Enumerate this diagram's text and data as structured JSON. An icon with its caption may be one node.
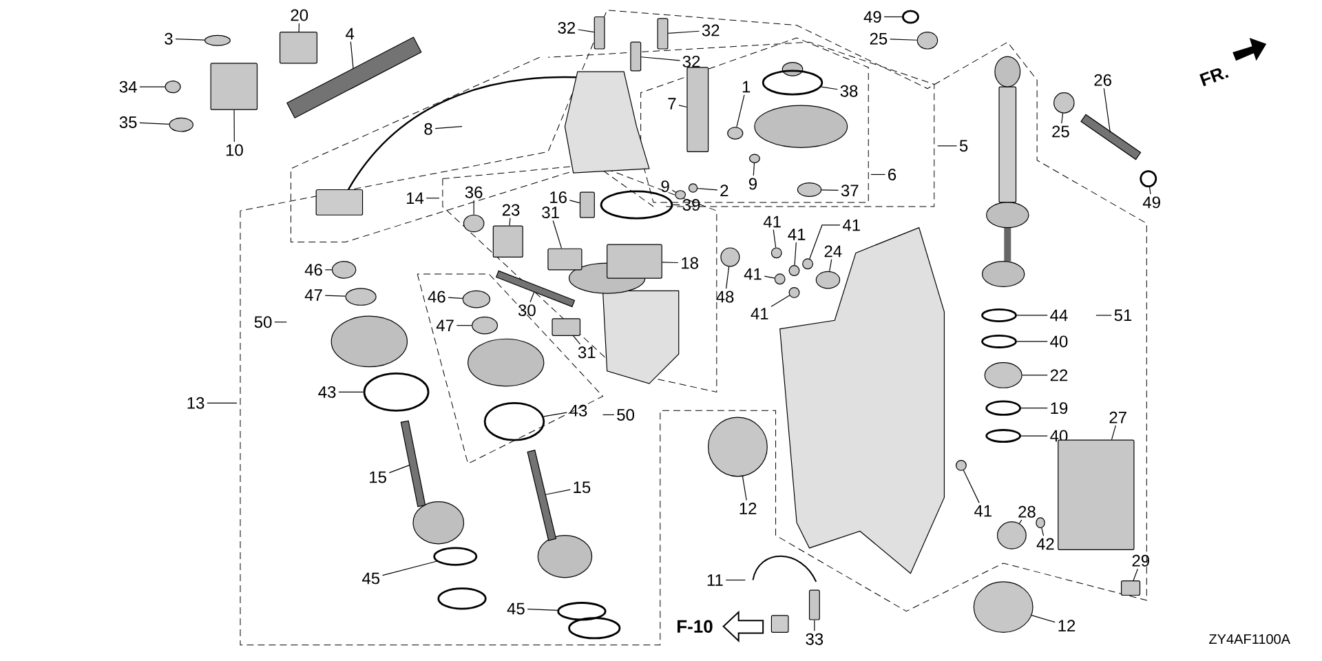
{
  "diagram": {
    "nodes": [
      {
        "text": [
          "3"
        ]
      },
      {
        "text": [
          "20"
        ]
      },
      {
        "text": [
          "4"
        ]
      },
      {
        "text": [
          "34"
        ]
      },
      {
        "text": [
          "35"
        ]
      },
      {
        "text": [
          "10"
        ]
      },
      {
        "text": [
          "8"
        ]
      },
      {
        "text": [
          "32"
        ]
      },
      {
        "text": [
          "32"
        ]
      },
      {
        "text": [
          "32"
        ]
      },
      {
        "text": [
          "7"
        ]
      },
      {
        "text": [
          "1"
        ]
      },
      {
        "text": [
          "38"
        ]
      },
      {
        "text": [
          "5"
        ]
      },
      {
        "text": [
          "6"
        ]
      },
      {
        "text": [
          "9"
        ]
      },
      {
        "text": [
          "2"
        ]
      },
      {
        "text": [
          "9"
        ]
      },
      {
        "text": [
          "37"
        ]
      },
      {
        "text": [
          "49"
        ]
      },
      {
        "text": [
          "25"
        ]
      },
      {
        "text": [
          "26"
        ]
      },
      {
        "text": [
          "25"
        ]
      },
      {
        "text": [
          "49"
        ]
      },
      {
        "text": [
          "16"
        ]
      },
      {
        "text": [
          "14"
        ]
      },
      {
        "text": [
          "36"
        ]
      },
      {
        "text": [
          "23"
        ]
      },
      {
        "text": [
          "31"
        ]
      },
      {
        "text": [
          "39"
        ]
      },
      {
        "text": [
          "18"
        ]
      },
      {
        "text": [
          "48"
        ]
      },
      {
        "text": [
          "41"
        ]
      },
      {
        "text": [
          "41"
        ]
      },
      {
        "text": [
          "41"
        ]
      },
      {
        "text": [
          "41"
        ]
      },
      {
        "text": [
          "41"
        ]
      },
      {
        "text": [
          "24"
        ]
      },
      {
        "text": [
          "30"
        ]
      },
      {
        "text": [
          "31"
        ]
      },
      {
        "text": [
          "46"
        ]
      },
      {
        "text": [
          "47"
        ]
      },
      {
        "text": [
          "50"
        ]
      },
      {
        "text": [
          "43"
        ]
      },
      {
        "text": [
          "13"
        ]
      },
      {
        "text": [
          "46"
        ]
      },
      {
        "text": [
          "47"
        ]
      },
      {
        "text": [
          "43"
        ]
      },
      {
        "text": [
          "50"
        ]
      },
      {
        "text": [
          "44"
        ]
      },
      {
        "text": [
          "40"
        ]
      },
      {
        "text": [
          "51"
        ]
      },
      {
        "text": [
          "22"
        ]
      },
      {
        "text": [
          "19"
        ]
      },
      {
        "text": [
          "40"
        ]
      },
      {
        "text": [
          "27"
        ]
      },
      {
        "text": [
          "15"
        ]
      },
      {
        "text": [
          "15"
        ]
      },
      {
        "text": [
          "12"
        ]
      },
      {
        "text": [
          "41"
        ]
      },
      {
        "text": [
          "28"
        ]
      },
      {
        "text": [
          "42"
        ]
      },
      {
        "text": [
          "29"
        ]
      },
      {
        "text": [
          "45"
        ]
      },
      {
        "text": [
          "11"
        ]
      },
      {
        "text": [
          "45"
        ]
      },
      {
        "text": [
          "12"
        ]
      },
      {
        "text": [
          "33"
        ]
      },
      {
        "text": [],
        "shape": "circle"
      },
      {
        "text": [],
        "shape": "box"
      },
      {
        "text": [],
        "shape": "bar"
      },
      {
        "text": [],
        "shape": "circle"
      },
      {
        "text": [],
        "shape": "circle"
      },
      {
        "text": [],
        "shape": "box"
      },
      {
        "text": [],
        "shape": "box"
      },
      {
        "text": [],
        "shape": "box"
      },
      {
        "text": [],
        "shape": "box"
      },
      {
        "text": [],
        "shape": "box"
      },
      {
        "text": [],
        "shape": "circle"
      },
      {
        "text": [],
        "shape": "circle"
      },
      {
        "text": [],
        "shape": "circle"
      },
      {
        "text": [],
        "shape": "circle"
      },
      {
        "text": [],
        "shape": "circle"
      },
      {
        "text": [],
        "shape": "circle"
      },
      {
        "text": [],
        "shape": "circle"
      },
      {
        "text": [],
        "shape": "circle"
      },
      {
        "text": [],
        "shape": "bar"
      },
      {
        "text": [],
        "shape": "circle"
      },
      {
        "text": [],
        "shape": "circle"
      },
      {
        "text": [],
        "shape": "box"
      },
      {
        "text": [],
        "shape": "circle"
      },
      {
        "text": [],
        "shape": "box"
      },
      {
        "text": [],
        "shape": "box"
      },
      {
        "text": [],
        "shape": "circle"
      },
      {
        "text": [],
        "shape": "box"
      },
      {
        "text": [],
        "shape": "circle"
      },
      {
        "text": [],
        "shape": "circle"
      },
      {
        "text": [],
        "shape": "circle"
      },
      {
        "text": [],
        "shape": "circle"
      },
      {
        "text": [],
        "shape": "circle"
      },
      {
        "text": [],
        "shape": "circle"
      },
      {
        "text": [],
        "shape": "circle"
      },
      {
        "text": [],
        "shape": "bar"
      },
      {
        "text": [],
        "shape": "box"
      },
      {
        "text": [],
        "shape": "circle"
      },
      {
        "text": [],
        "shape": "circle"
      },
      {
        "text": [],
        "shape": "circle"
      },
      {
        "text": [],
        "shape": "circle"
      },
      {
        "text": [],
        "shape": "circle"
      },
      {
        "text": [],
        "shape": "circle"
      },
      {
        "text": [],
        "shape": "circle"
      },
      {
        "text": [],
        "shape": "circle"
      },
      {
        "text": [],
        "shape": "circle"
      },
      {
        "text": [],
        "shape": "circle"
      },
      {
        "text": [],
        "shape": "circle"
      },
      {
        "text": [],
        "shape": "box"
      },
      {
        "text": [],
        "shape": "bar"
      },
      {
        "text": [],
        "shape": "bar"
      },
      {
        "text": [],
        "shape": "circle"
      },
      {
        "text": [],
        "shape": "circle"
      },
      {
        "text": [],
        "shape": "circle"
      },
      {
        "text": [],
        "shape": "circle"
      },
      {
        "text": [],
        "shape": "box"
      },
      {
        "text": [],
        "shape": "circle"
      },
      {
        "text": [],
        "shape": "circle"
      },
      {
        "text": [],
        "shape": "circle"
      },
      {
        "text": [],
        "shape": "box"
      }
    ],
    "edges": [
      {
        "from": 0,
        "to": 68,
        "arrow": "none"
      },
      {
        "from": 1,
        "to": 69,
        "arrow": "none"
      },
      {
        "from": 2,
        "to": 70,
        "arrow": "none"
      },
      {
        "from": 3,
        "to": 71,
        "arrow": "none"
      },
      {
        "from": 4,
        "to": 72,
        "arrow": "none"
      },
      {
        "from": 5,
        "to": 73,
        "arrow": "none"
      },
      {
        "from": 6,
        "to": null,
        "arrow": "none"
      },
      {
        "from": 7,
        "to": 74,
        "arrow": "none"
      },
      {
        "from": 8,
        "to": 75,
        "arrow": "none"
      },
      {
        "from": 9,
        "to": 76,
        "arrow": "none"
      },
      {
        "from": 10,
        "to": 77,
        "arrow": "none"
      },
      {
        "from": 11,
        "to": 78,
        "arrow": "none"
      },
      {
        "from": 12,
        "to": 79,
        "arrow": "none"
      },
      {
        "from": 13,
        "to": null,
        "arrow": "none"
      },
      {
        "from": 14,
        "to": null,
        "arrow": "none"
      },
      {
        "from": 15,
        "to": 80,
        "arrow": "none"
      },
      {
        "from": 16,
        "to": 81,
        "arrow": "none"
      },
      {
        "from": 17,
        "to": 82,
        "arrow": "none"
      },
      {
        "from": 18,
        "to": 83,
        "arrow": "none"
      },
      {
        "from": 19,
        "to": 84,
        "arrow": "none"
      },
      {
        "from": 20,
        "to": 85,
        "arrow": "none"
      },
      {
        "from": 21,
        "to": 86,
        "arrow": "none"
      },
      {
        "from": 22,
        "to": 87,
        "arrow": "none"
      },
      {
        "from": 23,
        "to": 88,
        "arrow": "none"
      },
      {
        "from": 24,
        "to": 89,
        "arrow": "none"
      },
      {
        "from": 25,
        "to": null,
        "arrow": "none"
      },
      {
        "from": 26,
        "to": 90,
        "arrow": "none"
      },
      {
        "from": 27,
        "to": 91,
        "arrow": "none"
      },
      {
        "from": 28,
        "to": 92,
        "arrow": "none"
      },
      {
        "from": 29,
        "to": 93,
        "arrow": "none"
      },
      {
        "from": 30,
        "to": 94,
        "arrow": "none"
      },
      {
        "from": 31,
        "to": 95,
        "arrow": "none"
      },
      {
        "from": 32,
        "to": 96,
        "arrow": "none"
      },
      {
        "from": 33,
        "to": 97,
        "arrow": "none"
      },
      {
        "from": 34,
        "to": 98,
        "arrow": "none"
      },
      {
        "from": 35,
        "to": 99,
        "arrow": "none"
      },
      {
        "from": 36,
        "to": 100,
        "arrow": "none"
      },
      {
        "from": 37,
        "to": 101,
        "arrow": "none"
      },
      {
        "from": 38,
        "to": 102,
        "arrow": "none"
      },
      {
        "from": 39,
        "to": 103,
        "arrow": "none"
      },
      {
        "from": 40,
        "to": 104,
        "arrow": "none"
      },
      {
        "from": 41,
        "to": 105,
        "arrow": "none"
      },
      {
        "from": 42,
        "to": null,
        "arrow": "none"
      },
      {
        "from": 43,
        "to": 106,
        "arrow": "none"
      },
      {
        "from": 44,
        "to": null,
        "arrow": "none"
      },
      {
        "from": 45,
        "to": 107,
        "arrow": "none"
      },
      {
        "from": 46,
        "to": 108,
        "arrow": "none"
      },
      {
        "from": 47,
        "to": 109,
        "arrow": "none"
      },
      {
        "from": 48,
        "to": null,
        "arrow": "none"
      },
      {
        "from": 49,
        "to": 110,
        "arrow": "none"
      },
      {
        "from": 50,
        "to": 111,
        "arrow": "none"
      },
      {
        "from": 51,
        "to": null,
        "arrow": "none"
      },
      {
        "from": 52,
        "to": 112,
        "arrow": "none"
      },
      {
        "from": 53,
        "to": 113,
        "arrow": "none"
      },
      {
        "from": 54,
        "to": 114,
        "arrow": "none"
      },
      {
        "from": 55,
        "to": 115,
        "arrow": "none"
      },
      {
        "from": 56,
        "to": 116,
        "arrow": "none"
      },
      {
        "from": 57,
        "to": 117,
        "arrow": "none"
      },
      {
        "from": 58,
        "to": 118,
        "arrow": "none"
      },
      {
        "from": 59,
        "to": 119,
        "arrow": "none"
      },
      {
        "from": 60,
        "to": 120,
        "arrow": "none"
      },
      {
        "from": 61,
        "to": 121,
        "arrow": "none"
      },
      {
        "from": 62,
        "to": 122,
        "arrow": "none"
      },
      {
        "from": 63,
        "to": 123,
        "arrow": "none"
      },
      {
        "from": 64,
        "to": null,
        "arrow": "none"
      },
      {
        "from": 65,
        "to": 124,
        "arrow": "none"
      },
      {
        "from": 66,
        "to": 125,
        "arrow": "none"
      },
      {
        "from": 67,
        "to": 126,
        "arrow": "none"
      }
    ],
    "labels": [
      "FR.",
      "F-10",
      "ZY4AF1100A"
    ]
  }
}
